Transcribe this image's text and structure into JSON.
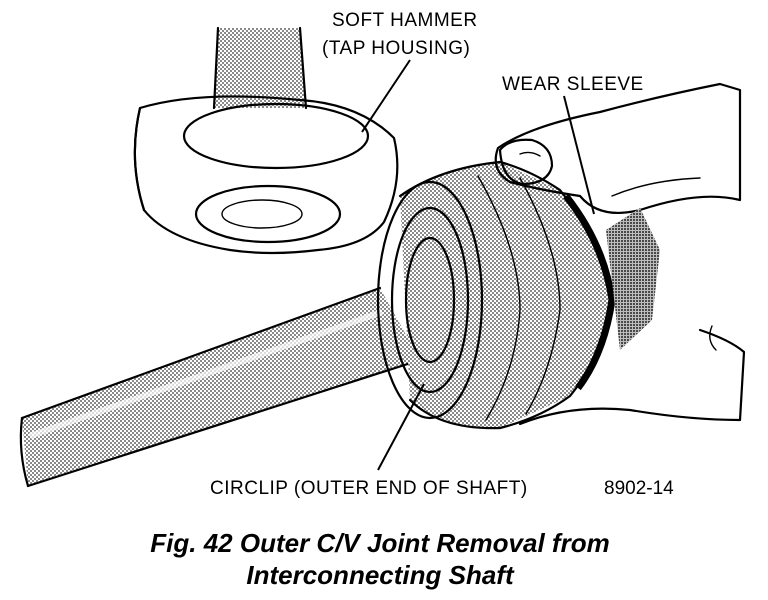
{
  "labels": {
    "soft_hammer_line1": "SOFT HAMMER",
    "soft_hammer_line2": "(TAP HOUSING)",
    "wear_sleeve": "WEAR SLEEVE",
    "circlip": "CIRCLIP (OUTER END OF SHAFT)",
    "figure_number": "8902-14"
  },
  "caption": {
    "line1": "Fig. 42 Outer C/V Joint Removal from",
    "line2": "Interconnecting Shaft"
  }
}
